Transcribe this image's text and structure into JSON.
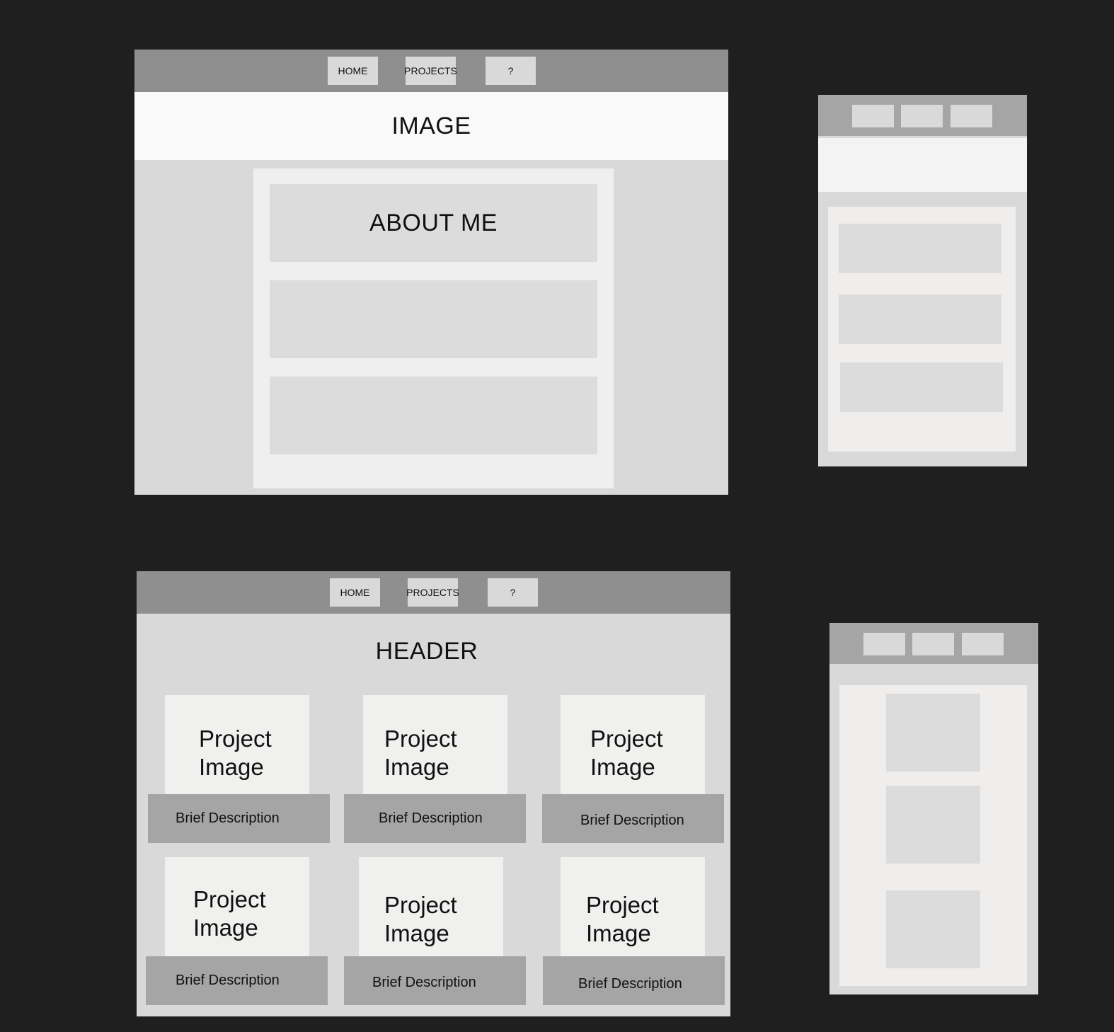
{
  "about_desktop": {
    "nav": {
      "home": "HOME",
      "projects": "PROJECTS",
      "help": "?"
    },
    "hero_label": "IMAGE",
    "about_title": "ABOUT ME"
  },
  "projects_desktop": {
    "nav": {
      "home": "HOME",
      "projects": "PROJECTS",
      "help": "?"
    },
    "header": "HEADER",
    "cards": [
      {
        "image_line1": "Project",
        "image_line2": "Image",
        "description": "Brief Description"
      },
      {
        "image_line1": "Project",
        "image_line2": "Image",
        "description": "Brief Description"
      },
      {
        "image_line1": "Project",
        "image_line2": "Image",
        "description": "Brief Description"
      },
      {
        "image_line1": "Project",
        "image_line2": "Image",
        "description": "Brief Description"
      },
      {
        "image_line1": "Project",
        "image_line2": "Image",
        "description": "Brief Description"
      },
      {
        "image_line1": "Project",
        "image_line2": "Image",
        "description": "Brief Description"
      }
    ]
  }
}
